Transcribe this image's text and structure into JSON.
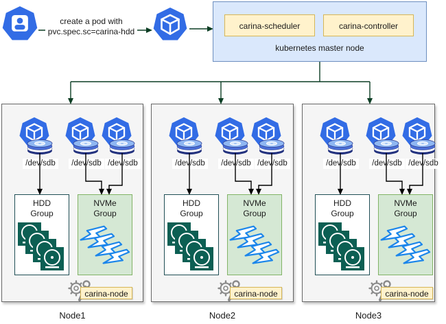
{
  "flow": {
    "label_line1": "create a pod with",
    "label_line2": "pvc.spec.sc=carina-hdd"
  },
  "master": {
    "title": "kubernetes master node",
    "components": [
      {
        "label": "carina-scheduler"
      },
      {
        "label": "carina-controller"
      }
    ]
  },
  "nodes": [
    {
      "name": "Node1",
      "devices": [
        "/dev/sdb",
        "/dev/sdb",
        "/dev/sdb"
      ],
      "hdd_group_line1": "HDD",
      "hdd_group_line2": "Group",
      "nvme_group_line1": "NVMe",
      "nvme_group_line2": "Group",
      "agent_label": "carina-node"
    },
    {
      "name": "Node2",
      "devices": [
        "/dev/sdb",
        "/dev/sdb",
        "/dev/sdb"
      ],
      "hdd_group_line1": "HDD",
      "hdd_group_line2": "Group",
      "nvme_group_line1": "NVMe",
      "nvme_group_line2": "Group",
      "agent_label": "carina-node"
    },
    {
      "name": "Node3",
      "devices": [
        "/dev/sdb",
        "/dev/sdb",
        "/dev/sdb"
      ],
      "hdd_group_line1": "HDD",
      "hdd_group_line2": "Group",
      "nvme_group_line1": "NVMe",
      "nvme_group_line2": "Group",
      "agent_label": "carina-node"
    }
  ],
  "icons": {
    "user": "user-icon",
    "pod": "kubernetes-pod-icon",
    "disk": "disk-stack-icon",
    "hdd": "hdd-disk-icon",
    "nvme": "nvme-flash-icon",
    "tools": "gear-wrench-icon"
  },
  "colors": {
    "k8s_blue": "#326ce5",
    "master_fill": "#dae8fc",
    "master_stroke": "#6c8ebf",
    "label_fill": "#fff2cc",
    "label_stroke": "#d6b656",
    "nvme_fill": "#d5e8d4",
    "nvme_stroke": "#82b366",
    "hdd_icon": "#0c5f53",
    "hdd_stroke": "#1f4e54",
    "node_fill": "#f5f5f5",
    "node_stroke": "#666666",
    "connector_green": "#0b3d23",
    "flash_blue": "#1c86ea",
    "icon_grey": "#8a8a8a"
  }
}
